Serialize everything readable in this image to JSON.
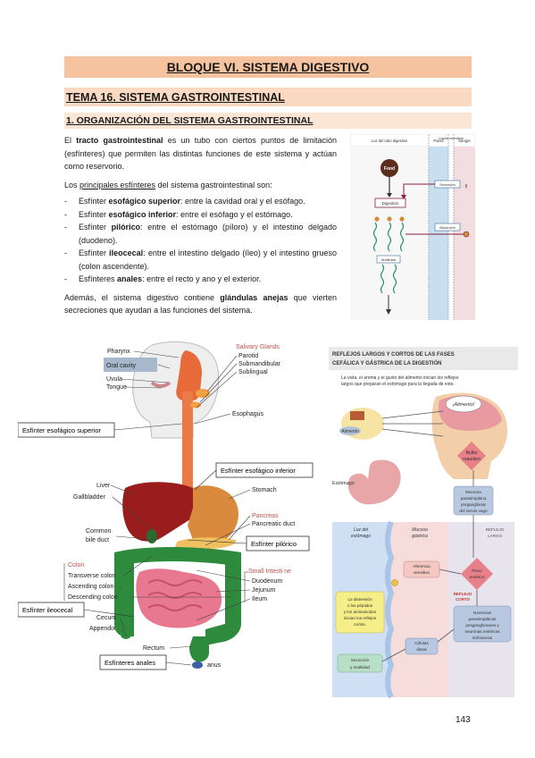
{
  "header": {
    "bloque": "BLOQUE VI. SISTEMA DIGESTIVO",
    "tema": "TEMA 16. SISTEMA GASTROINTESTINAL",
    "section": "1. ORGANIZACIÓN DEL SISTEMA GASTROINTESTINAL"
  },
  "text": {
    "p1_a": "El ",
    "p1_b": "tracto gastrointestinal",
    "p1_c": " es un tubo con ciertos puntos de limitación (esfínteres) que permiten las distintas funciones de este sistema y actúan como reservorio.",
    "p2_a": "Los ",
    "p2_b": "principales esfínteres",
    "p2_c": " del sistema gastrointestinal son:",
    "list": [
      {
        "pre": "Esfínter ",
        "bold": "esofágico superior",
        "post": ": entre la cavidad oral y el esófago."
      },
      {
        "pre": "Esfínter ",
        "bold": "esofágico inferior",
        "post": ": entre el esófago y el estómago."
      },
      {
        "pre": "Esfínter ",
        "bold": "pilórico",
        "post": ": entre el estómago (píloro) y el intestino delgado (duodeno)."
      },
      {
        "pre": "Esfínter ",
        "bold": "ileocecal",
        "post": ": entre el intestino delgado (íleo) y el intestino grueso (colon ascendente)."
      },
      {
        "pre": "Esfínteres ",
        "bold": "anales",
        "post": ": entre el recto y ano y el exterior."
      }
    ],
    "p3_a": "Además, el sistema digestivo contiene ",
    "p3_b": "glándulas anejas",
    "p3_c": " que vierten secreciones que ayudan a las funciones del sistema."
  },
  "fig1": {
    "col1": "Luz del tubo digestivo",
    "col2": "Pared",
    "col3": "Líquido intersticial",
    "col4": "Sangre",
    "food": "Food",
    "digestion": "Digestión",
    "secretion": "Secreción",
    "absorption": "Absorción",
    "motility": "Motilidad"
  },
  "fig2": {
    "pharynx": "Pharynx",
    "oral_cavity": "Oral cavity",
    "uvula": "Uvula",
    "tongue": "Tongue",
    "salivary": "Salivary Glands",
    "parotid": "Parotid",
    "submandibular": "Submandibular",
    "sublingual": "Sublingual",
    "esophagus": "Esophagus",
    "esf_sup": "Esfínter esofágico superior",
    "esf_inf": "Esfínter esofágico inferior",
    "liver": "Liver",
    "gallbladder": "Gallbladder",
    "stomach": "Stomach",
    "common": "Common",
    "bile_duct": "bile duct",
    "pancreas": "Pancreas",
    "pancreatic_duct": "Pancreatic duct",
    "esf_pil": "Esfínter pilórico",
    "colon": "Colon",
    "transverse": "Transverse colon",
    "ascending": "Ascending colon",
    "descending": "Descending colon",
    "small_int": "Small Intesti ne",
    "duodenum": "Duodenum",
    "jejunum": "Jejunum",
    "ileum": "Ileum",
    "esf_ileo": "Esfínter ileocecal",
    "cecum": "Cecum",
    "appendix": "Appendix",
    "rectum": "Rectum",
    "anus": "anus",
    "esf_anales": "Esfínteres anales"
  },
  "fig3": {
    "title1": "REFLEJOS LARGOS Y CORTOS DE LAS FASES",
    "title2": "CEFÁLICA Y GÁSTRICA DE LA DIGESTIÓN",
    "sub1": "La vista, el aroma y el gusto del alimento inician los reflejos",
    "sub2": "largos que preparan el estómago para la llegada de este.",
    "alimento_q": "¡Alimento!",
    "alimento": "Alimento",
    "bulbo1": "Bulbo",
    "bulbo2": "raquídeo",
    "estomago": "Estómago",
    "neurona1": "Neurona",
    "neurona2": "parasimpática",
    "neurona3": "preganglionar",
    "neurona4": "del nervio vago",
    "reflejo_largo1": "REFLEJO",
    "reflejo_largo2": "LARGO",
    "luz1": "Luz del",
    "luz2": "estómago",
    "mucosa1": "Mucosa",
    "mucosa2": "gástrica",
    "aferencia1": "Aferencia",
    "aferencia2": "sensitiva",
    "plexo1": "Plexo",
    "plexo2": "entérico",
    "reflejo_corto1": "REFLEJO",
    "reflejo_corto2": "CORTO",
    "distension1": "La distensión",
    "distension2": "o los péptidos",
    "distension3": "y los aminoácidos",
    "distension4": "inician los reflejos",
    "distension5": "cortos.",
    "neuronas1": "Neuronas",
    "neuronas2": "parasimpáticas",
    "neuronas3": "posganglionares y",
    "neuronas4": "neuronas entéricas",
    "neuronas5": "intrínsecas",
    "celulas1": "Células",
    "celulas2": "diana",
    "secrecion1": "Secreción",
    "secrecion2": "y motilidad"
  },
  "page_number": "143"
}
